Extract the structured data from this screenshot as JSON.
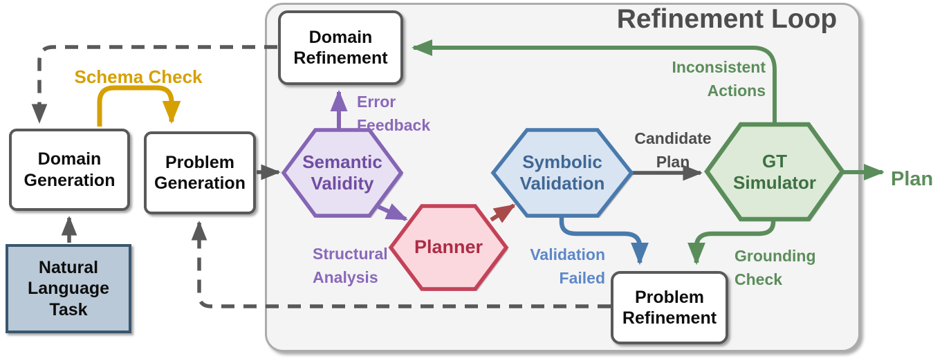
{
  "diagram": {
    "title": "Refinement Loop",
    "nodes": {
      "natural_language_task": "Natural Language Task",
      "domain_generation": "Domain Generation",
      "problem_generation": "Problem Generation",
      "domain_refinement": "Domain Refinement",
      "problem_refinement": "Problem Refinement",
      "semantic_validity": "Semantic Validity",
      "planner": "Planner",
      "symbolic_validation": "Symbolic Validation",
      "gt_simulator": "GT Simulator"
    },
    "edge_labels": {
      "schema_check": "Schema Check",
      "error_feedback": "Error Feedback",
      "structural_analysis": "Structural Analysis",
      "candidate_plan": "Candidate Plan",
      "inconsistent_actions": "Inconsistent Actions",
      "validation_failed": "Validation Failed",
      "grounding_check": "Grounding Check",
      "plan_output": "Plan"
    },
    "edges": [
      {
        "from": "natural_language_task",
        "to": "domain_generation",
        "style": "solid",
        "color": "gray"
      },
      {
        "from": "domain_generation",
        "to": "problem_generation",
        "label": "Schema Check",
        "style": "solid",
        "color": "gold"
      },
      {
        "from": "problem_generation",
        "to": "semantic_validity",
        "style": "solid",
        "color": "gray"
      },
      {
        "from": "semantic_validity",
        "to": "domain_refinement",
        "label": "Error Feedback",
        "style": "solid",
        "color": "purple"
      },
      {
        "from": "semantic_validity",
        "to": "planner",
        "label": "Structural Analysis",
        "style": "solid",
        "color": "purple"
      },
      {
        "from": "planner",
        "to": "symbolic_validation",
        "style": "solid",
        "color": "red"
      },
      {
        "from": "symbolic_validation",
        "to": "gt_simulator",
        "label": "Candidate Plan",
        "style": "solid",
        "color": "gray"
      },
      {
        "from": "symbolic_validation",
        "to": "problem_refinement",
        "label": "Validation Failed",
        "style": "solid",
        "color": "blue"
      },
      {
        "from": "gt_simulator",
        "to": "problem_refinement",
        "label": "Grounding Check",
        "style": "solid",
        "color": "green"
      },
      {
        "from": "gt_simulator",
        "to": "domain_refinement",
        "label": "Inconsistent Actions",
        "style": "solid",
        "color": "green"
      },
      {
        "from": "gt_simulator",
        "to": "plan_output",
        "label": "Plan",
        "style": "solid",
        "color": "green"
      },
      {
        "from": "domain_refinement",
        "to": "domain_generation",
        "style": "dashed",
        "color": "gray"
      },
      {
        "from": "problem_refinement",
        "to": "problem_generation",
        "style": "dashed",
        "color": "gray"
      }
    ],
    "colors": {
      "gray": "#595959",
      "title_gray": "#4d4d4d",
      "gold": "#d5a000",
      "purple_border": "#8565b5",
      "purple_fill": "#e8e1f3",
      "purple_text": "#6f4da1",
      "purple_label": "#8a68bb",
      "red_border": "#c44258",
      "red_fill": "#fad8de",
      "red_text": "#ad2b45",
      "red_arrow": "#a84a4a",
      "blue_border": "#4a7aad",
      "blue_fill": "#d9e4f2",
      "blue_text": "#3f6795",
      "blue_label": "#5d88c9",
      "green": "#5b8d5b",
      "green_fill": "#dcead7",
      "green_text": "#3e7042",
      "nlt_fill": "#b9c9d7",
      "nlt_border": "#3a566e",
      "container_fill": "#f4f4f4"
    }
  }
}
